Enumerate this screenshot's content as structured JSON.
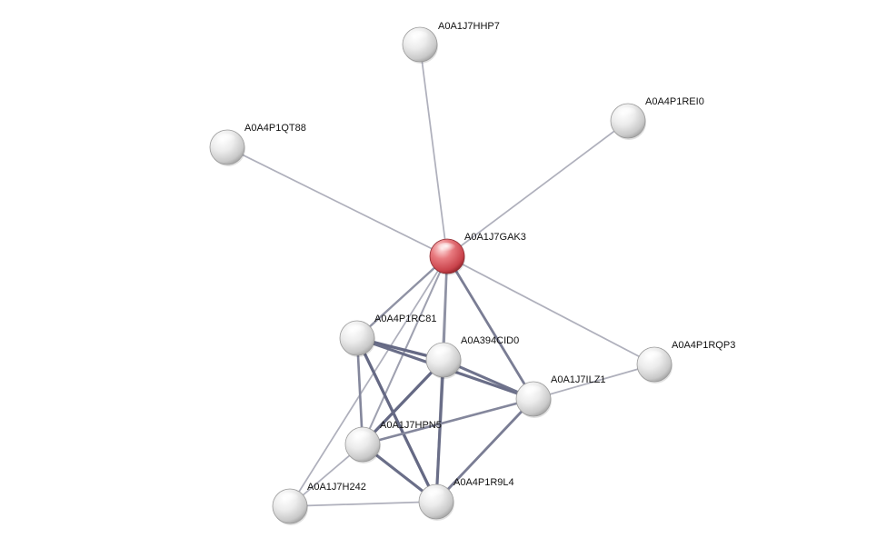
{
  "network": {
    "query_protein": "A0A1J7GAK3",
    "colors": {
      "query_node": "#e0575f",
      "default_node": "#e6e6e6",
      "edge_weak": "#c4c4cc",
      "edge_strong": "#5a5f7c"
    },
    "nodes": [
      {
        "id": "A0A1J7HHP7",
        "label": "A0A1J7HHP7",
        "query": false
      },
      {
        "id": "A0A4P1REI0",
        "label": "A0A4P1REI0",
        "query": false
      },
      {
        "id": "A0A4P1QT88",
        "label": "A0A4P1QT88",
        "query": false
      },
      {
        "id": "A0A1J7GAK3",
        "label": "A0A1J7GAK3",
        "query": true
      },
      {
        "id": "A0A4P1RC81",
        "label": "A0A4P1RC81",
        "query": false
      },
      {
        "id": "A0A394CID0",
        "label": "A0A394CID0",
        "query": false
      },
      {
        "id": "A0A4P1RQP3",
        "label": "A0A4P1RQP3",
        "query": false
      },
      {
        "id": "A0A1J7ILZ1",
        "label": "A0A1J7ILZ1",
        "query": false
      },
      {
        "id": "A0A1J7HPN5",
        "label": "A0A1J7HPN5",
        "query": false
      },
      {
        "id": "A0A4P1R9L4",
        "label": "A0A4P1R9L4",
        "query": false
      },
      {
        "id": "A0A1J7H242",
        "label": "A0A1J7H242",
        "query": false
      }
    ],
    "edges": [
      {
        "source": "A0A1J7GAK3",
        "target": "A0A1J7HHP7",
        "strength": 0.2
      },
      {
        "source": "A0A1J7GAK3",
        "target": "A0A4P1REI0",
        "strength": 0.2
      },
      {
        "source": "A0A1J7GAK3",
        "target": "A0A4P1QT88",
        "strength": 0.2
      },
      {
        "source": "A0A1J7GAK3",
        "target": "A0A4P1RQP3",
        "strength": 0.2
      },
      {
        "source": "A0A1J7GAK3",
        "target": "A0A4P1RC81",
        "strength": 0.5
      },
      {
        "source": "A0A1J7GAK3",
        "target": "A0A394CID0",
        "strength": 0.5
      },
      {
        "source": "A0A1J7GAK3",
        "target": "A0A1J7ILZ1",
        "strength": 0.7
      },
      {
        "source": "A0A1J7GAK3",
        "target": "A0A1J7HPN5",
        "strength": 0.35
      },
      {
        "source": "A0A1J7GAK3",
        "target": "A0A4P1R9L4",
        "strength": 0.5
      },
      {
        "source": "A0A1J7GAK3",
        "target": "A0A1J7H242",
        "strength": 0.2
      },
      {
        "source": "A0A4P1RC81",
        "target": "A0A394CID0",
        "strength": 0.9
      },
      {
        "source": "A0A4P1RC81",
        "target": "A0A1J7ILZ1",
        "strength": 0.85
      },
      {
        "source": "A0A4P1RC81",
        "target": "A0A1J7HPN5",
        "strength": 0.6
      },
      {
        "source": "A0A4P1RC81",
        "target": "A0A4P1R9L4",
        "strength": 0.9
      },
      {
        "source": "A0A394CID0",
        "target": "A0A1J7ILZ1",
        "strength": 0.8
      },
      {
        "source": "A0A394CID0",
        "target": "A0A1J7HPN5",
        "strength": 0.9
      },
      {
        "source": "A0A394CID0",
        "target": "A0A4P1R9L4",
        "strength": 0.85
      },
      {
        "source": "A0A1J7ILZ1",
        "target": "A0A4P1RQP3",
        "strength": 0.2
      },
      {
        "source": "A0A1J7ILZ1",
        "target": "A0A1J7HPN5",
        "strength": 0.6
      },
      {
        "source": "A0A1J7ILZ1",
        "target": "A0A4P1R9L4",
        "strength": 0.7
      },
      {
        "source": "A0A1J7HPN5",
        "target": "A0A4P1R9L4",
        "strength": 0.85
      },
      {
        "source": "A0A1J7HPN5",
        "target": "A0A1J7H242",
        "strength": 0.2
      },
      {
        "source": "A0A1J7H242",
        "target": "A0A4P1R9L4",
        "strength": 0.2
      }
    ]
  }
}
